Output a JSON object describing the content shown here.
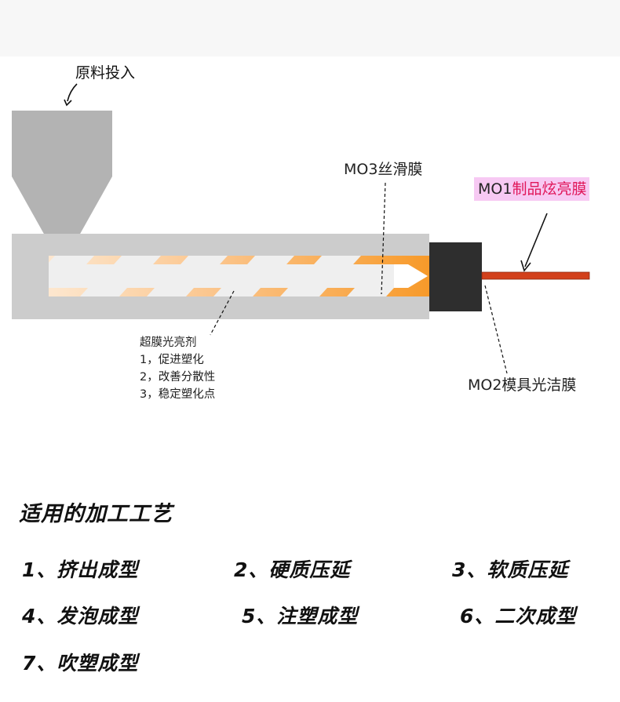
{
  "diagram": {
    "feed_label": "原料投入",
    "mo3_label": "MO3丝滑膜",
    "mo1_code": "MO1",
    "mo1_name": "制品炫亮膜",
    "mo2_label": "MO2模具光洁膜",
    "note": {
      "title": "超膜光亮剂",
      "items": [
        "1，促进塑化",
        "2，改善分散性",
        "3，稳定塑化点"
      ]
    },
    "colors": {
      "barrel": "#cccccc",
      "hopper": "#b3b3b3",
      "screw_orange": "#f9a740",
      "die": "#2e2e2e",
      "product": "#d2401b",
      "mo1_highlight": "#f7c9f3",
      "mo1_name_text": "#e0175a"
    }
  },
  "processes": {
    "title": "适用的加工工艺",
    "items": [
      "1、挤出成型",
      "2、硬质压延",
      "3、软质压延",
      "4、发泡成型",
      "5、注塑成型",
      "6、二次成型",
      "7、吹塑成型"
    ]
  }
}
